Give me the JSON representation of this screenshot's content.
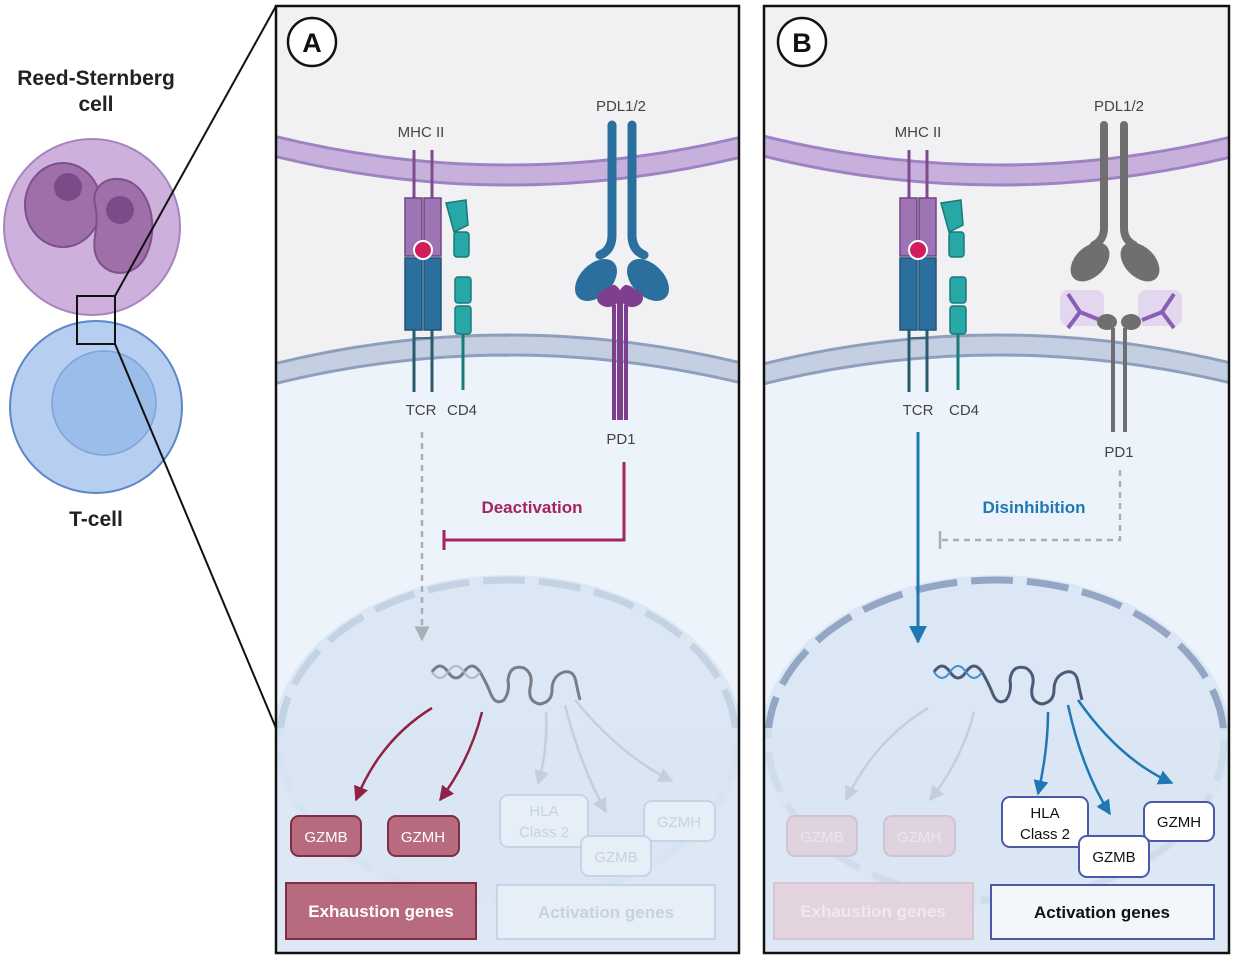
{
  "left": {
    "rs_cell_label": [
      "Reed-Sternberg",
      "cell"
    ],
    "tcell_label": "T-cell"
  },
  "panel_a": {
    "letter": "A",
    "mhc_label": "MHC II",
    "pdl_label": "PDL1/2",
    "tcr_label": "TCR",
    "cd4_label": "CD4",
    "pd1_label": "PD1",
    "signal_label": "Deactivation",
    "genes": {
      "gzmb": "GZMB",
      "gzmh": "GZMH",
      "hla": [
        "HLA",
        "Class 2"
      ],
      "gzmb2": "GZMB",
      "gzmh2": "GZMH"
    },
    "exhaustion_label": "Exhaustion genes",
    "activation_label": "Activation genes"
  },
  "panel_b": {
    "letter": "B",
    "mhc_label": "MHC II",
    "pdl_label": "PDL1/2",
    "tcr_label": "TCR",
    "cd4_label": "CD4",
    "pd1_label": "PD1",
    "signal_label": "Disinhibition",
    "genes": {
      "gzmb": "GZMB",
      "gzmh": "GZMH",
      "hla": [
        "HLA",
        "Class 2"
      ],
      "gzmb2": "GZMB",
      "gzmh2": "GZMH"
    },
    "exhaustion_label": "Exhaustion genes",
    "activation_label": "Activation genes"
  },
  "colors": {
    "deactivation": "#a3245e",
    "disinhibition": "#1f78b4",
    "exhaustion_fill": "#b86a7e",
    "activation_border": "#4a5aa8",
    "rs_cell": "#c9a8d6",
    "tcell": "#b8d0ee"
  }
}
